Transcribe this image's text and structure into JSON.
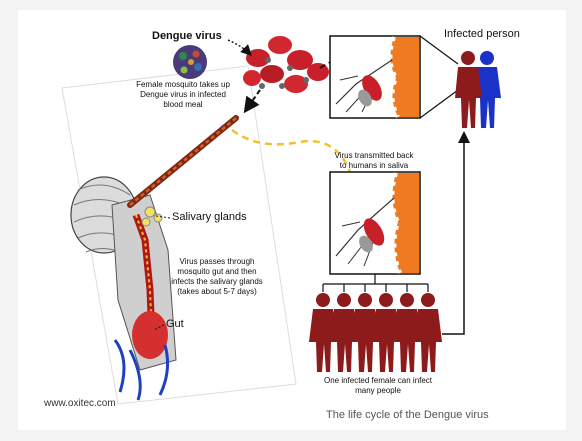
{
  "labels": {
    "dengue_virus": "Dengue virus",
    "uptake": [
      "Female mosquito takes up",
      "Dengue virus in infected",
      "blood meal"
    ],
    "infected_person": "Infected person",
    "transmitted": [
      "Virus transmitted back",
      "to humans in saliva"
    ],
    "salivary": "Salivary glands",
    "gut_passage": [
      "Virus passes through",
      "mosquito gut and then",
      "infects the salivary glands",
      "(takes about 5-7 days)"
    ],
    "gut": "Gut",
    "one_female": [
      "One infected female can infect",
      "many people"
    ],
    "source": "www.oxitec.com",
    "caption": "The life cycle of the Dengue virus"
  },
  "colors": {
    "blood": "#c8202a",
    "skin_orange": "#f07a22",
    "person_red": "#8e1b1b",
    "person_blue": "#1a32c8",
    "path_yellow": "#f2c12e"
  },
  "icons": [
    "virus-particle-icon",
    "red-blood-cells-icon",
    "mosquito-head-icon",
    "person-silhouette-icon"
  ]
}
